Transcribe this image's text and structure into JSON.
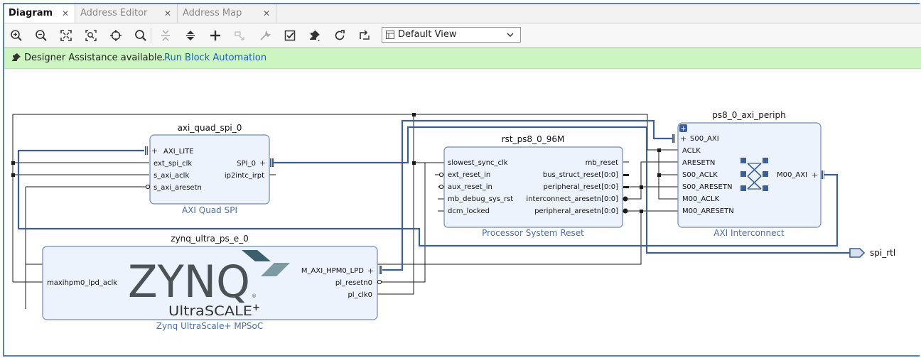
{
  "tabs": [
    {
      "label": "Diagram",
      "active": true
    },
    {
      "label": "Address Editor",
      "active": false
    },
    {
      "label": "Address Map",
      "active": false
    }
  ],
  "toolbar": {
    "icons": [
      "zoom-in-icon",
      "zoom-out-icon",
      "fit-view-icon",
      "zoom-fit-selection-icon",
      "auto-connect-icon",
      "search-icon",
      "collapse-all-icon",
      "expand-all-icon",
      "add-ip-icon",
      "disabled-move-icon",
      "properties-wrench-icon",
      "validate-design-icon",
      "pin-icon",
      "regenerate-layout-icon",
      "optimize-routing-icon"
    ],
    "view_select": "Default View"
  },
  "assist": {
    "message": "Designer Assistance available.",
    "link": "Run Block Automation"
  },
  "blocks": {
    "spi": {
      "name": "axi_quad_spi_0",
      "type": "AXI Quad SPI",
      "ports_left": [
        "AXI_LITE",
        "ext_spi_clk",
        "s_axi_aclk",
        "s_axi_aresetn"
      ],
      "ports_right": [
        "SPI_0",
        "ip2intc_irpt"
      ]
    },
    "zynq": {
      "name": "zynq_ultra_ps_e_0",
      "type": "Zynq UltraScale+ MPSoC",
      "logo_main": "ZYNQ",
      "logo_sub": "UltraSCALE",
      "logo_plus": "+",
      "logo_reg": "®",
      "ports_left": [
        "maxihpm0_lpd_aclk"
      ],
      "ports_right": [
        "M_AXI_HPM0_LPD",
        "pl_resetn0",
        "pl_clk0"
      ]
    },
    "rst": {
      "name": "rst_ps8_0_96M",
      "type": "Processor System Reset",
      "ports_left": [
        "slowest_sync_clk",
        "ext_reset_in",
        "aux_reset_in",
        "mb_debug_sys_rst",
        "dcm_locked"
      ],
      "ports_right": [
        "mb_reset",
        "bus_struct_reset[0:0]",
        "peripheral_reset[0:0]",
        "interconnect_aresetn[0:0]",
        "peripheral_aresetn[0:0]"
      ]
    },
    "ic": {
      "name": "ps8_0_axi_periph",
      "type": "AXI Interconnect",
      "ports_left": [
        "S00_AXI",
        "ACLK",
        "ARESETN",
        "S00_ACLK",
        "S00_ARESETN",
        "M00_ACLK",
        "M00_ARESETN"
      ],
      "ports_right": [
        "M00_AXI"
      ]
    }
  },
  "external_port": "spi_rtl",
  "colors": {
    "block_fill": "#ecf3fc",
    "block_border": "#6f8bb5",
    "bus": "#3d5f96",
    "net": "#1a1a1a",
    "type_label": "#4a6fa5",
    "link": "#1a5fb4",
    "assist_bg": "#ccf5c2"
  }
}
